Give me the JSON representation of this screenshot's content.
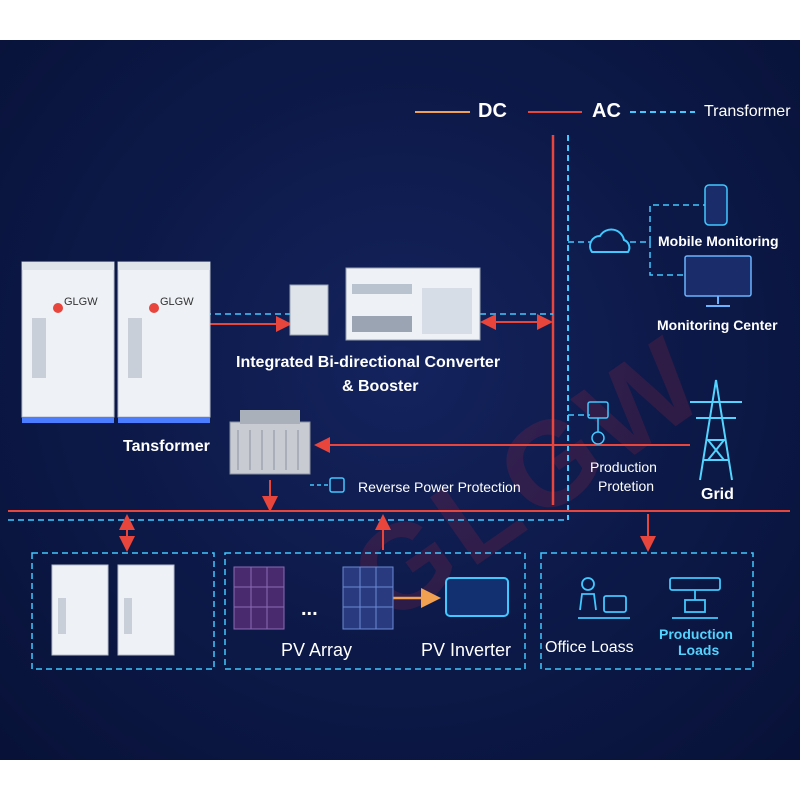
{
  "legend": {
    "dc": "DC",
    "ac": "AC",
    "transformer": "Transformer"
  },
  "labels": {
    "converter_line1": "Integrated Bi-directional Converter",
    "converter_line2": "& Booster",
    "transformer": "Tansformer",
    "reverse_power": "Reverse Power Protection",
    "production_protection_line1": "Production",
    "production_protection_line2": "Protetion",
    "grid": "Grid",
    "mobile_monitoring": "Mobile Monitoring",
    "monitoring_center": "Monitoring Center",
    "pv_array": "PV Array",
    "pv_inverter": "PV Inverter",
    "office_loads": "Office Loass",
    "production_loads_line1": "Production",
    "production_loads_line2": "Loads",
    "ellipsis": "...",
    "brand": "GLGW",
    "watermark": "GLGW"
  },
  "colors": {
    "dc": "#f0a050",
    "ac": "#e8453c",
    "transformer": "#40c8ff",
    "background": "#0d1a4a"
  }
}
